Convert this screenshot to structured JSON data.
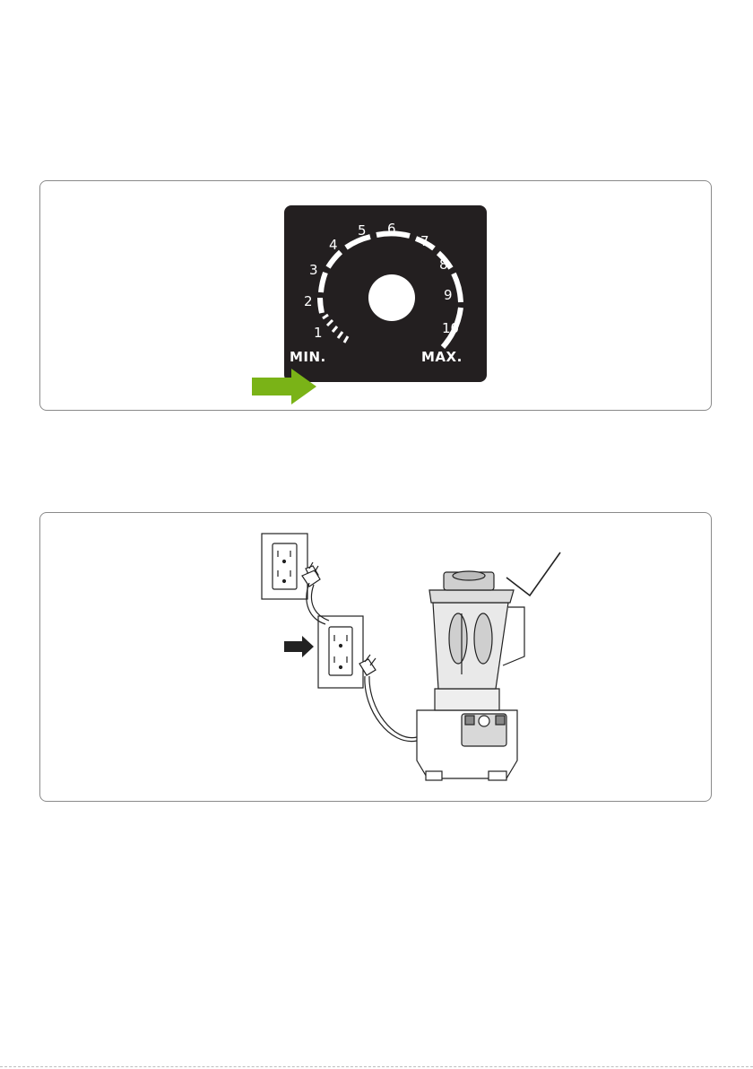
{
  "dial": {
    "numbers": [
      "1",
      "2",
      "3",
      "4",
      "5",
      "6",
      "7",
      "8",
      "9",
      "10"
    ],
    "min_label": "MIN.",
    "max_label": "MAX.",
    "arrow_color": "#7ab317",
    "selected_position": "MIN."
  },
  "setup": {
    "outlet_icon": "wall-outlet-icon",
    "arrow_icon": "black-right-arrow-icon",
    "appliance_icon": "blender-icon",
    "status_icon": "checkmark-icon"
  }
}
